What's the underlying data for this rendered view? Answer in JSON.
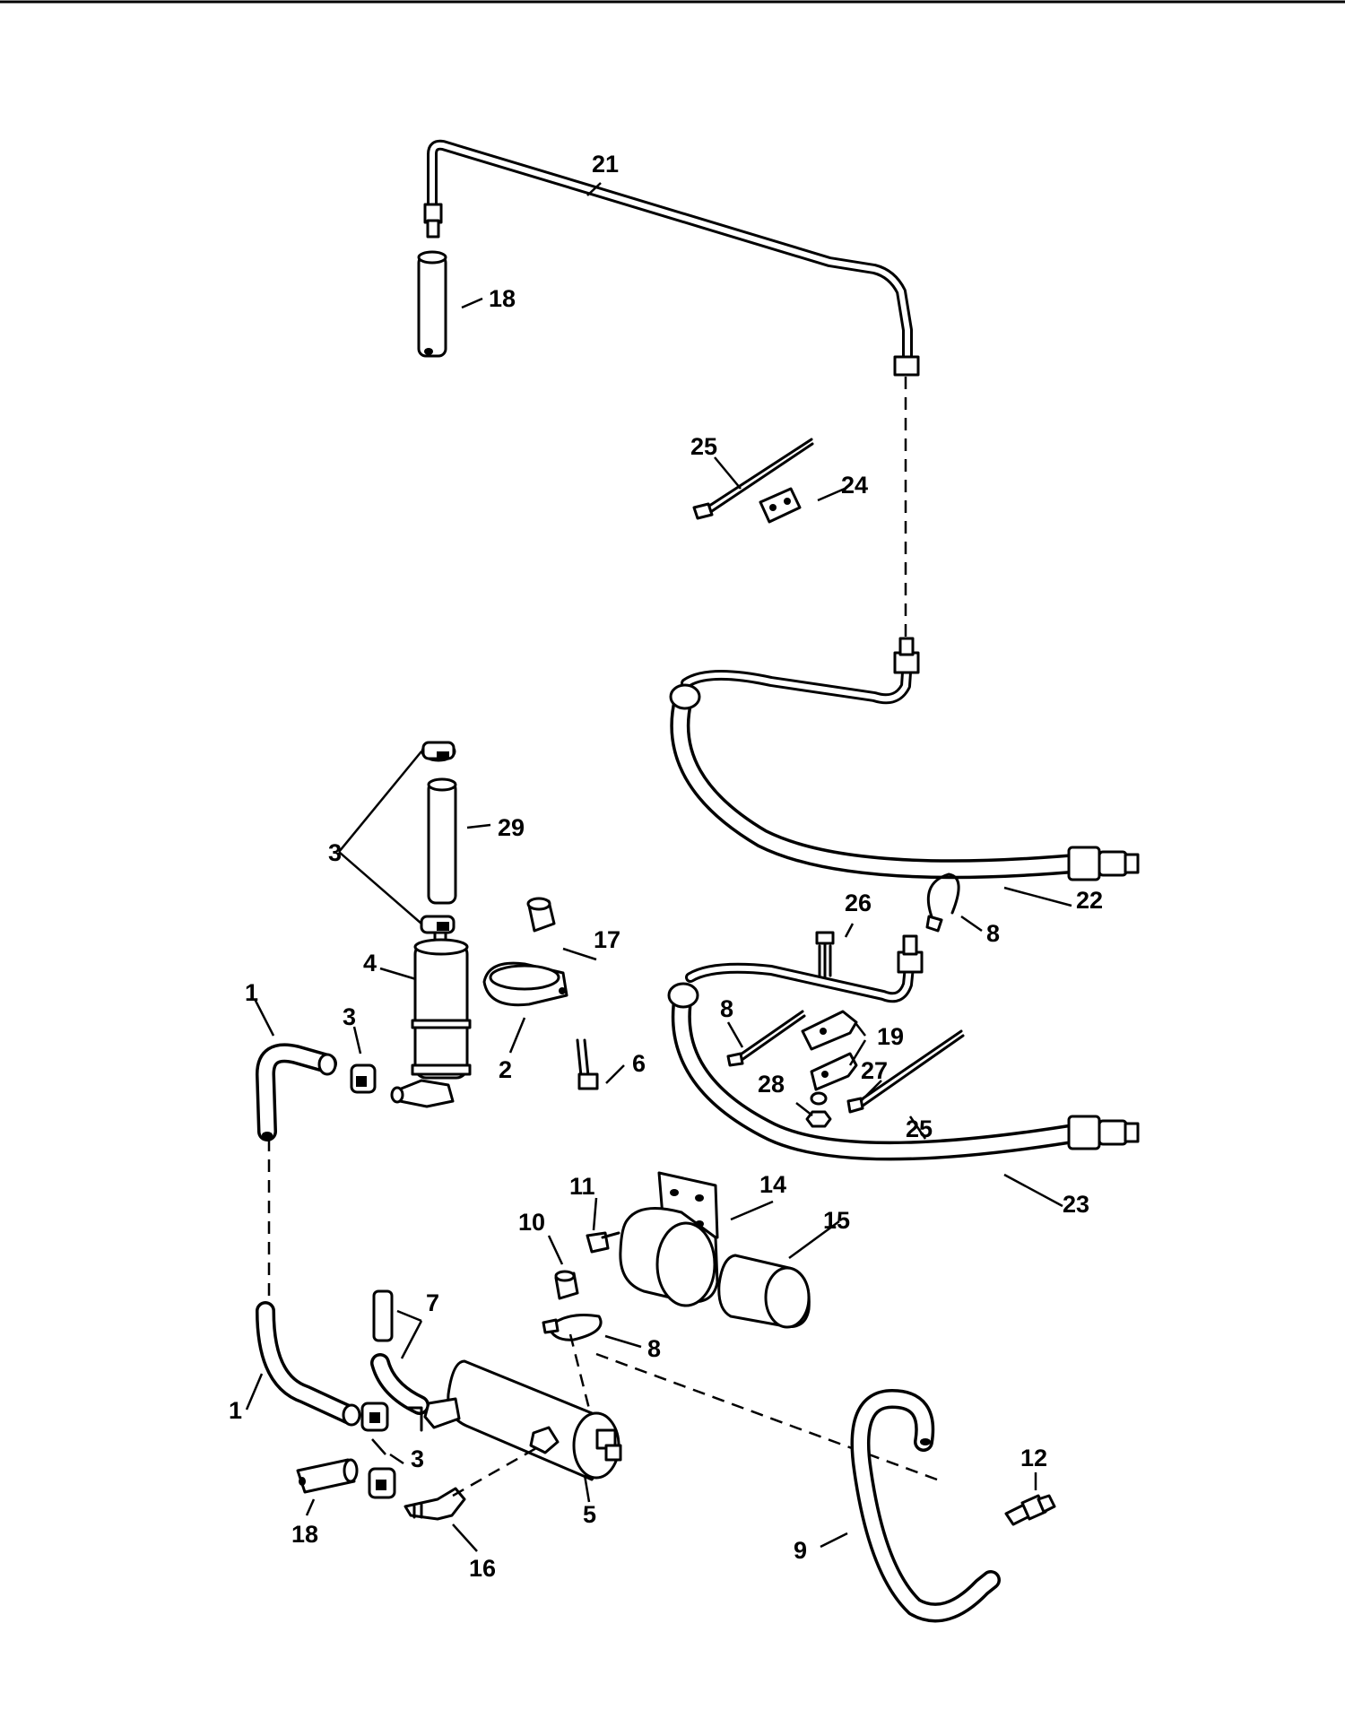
{
  "callouts": {
    "c1a": "1",
    "c1b": "1",
    "c2": "2",
    "c3a": "3",
    "c3b": "3",
    "c3c": "3",
    "c4": "4",
    "c5": "5",
    "c6": "6",
    "c7": "7",
    "c8a": "8",
    "c8b": "8",
    "c8c": "8",
    "c9": "9",
    "c10": "10",
    "c11": "11",
    "c12": "12",
    "c14": "14",
    "c15": "15",
    "c16": "16",
    "c17": "17",
    "c18a": "18",
    "c18b": "18",
    "c19": "19",
    "c21": "21",
    "c22": "22",
    "c23": "23",
    "c24": "24",
    "c25a": "25",
    "c25b": "25",
    "c26": "26",
    "c27": "27",
    "c28": "28",
    "c29": "29"
  }
}
